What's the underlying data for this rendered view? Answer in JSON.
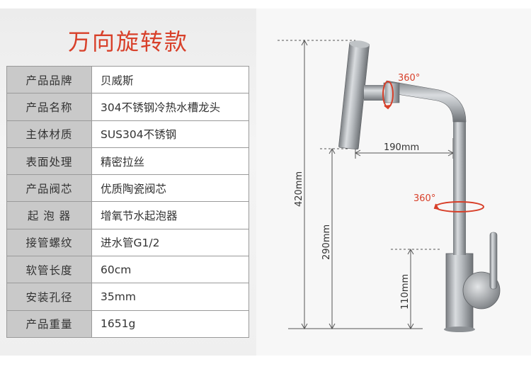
{
  "title": "万向旋转款",
  "specs": [
    {
      "key": "产品品牌",
      "value": "贝威斯"
    },
    {
      "key": "产品名称",
      "value": "304不锈钢冷热水槽龙头"
    },
    {
      "key": "主体材质",
      "value": "SUS304不锈钢"
    },
    {
      "key": "表面处理",
      "value": "精密拉丝"
    },
    {
      "key": "产品阀芯",
      "value": "优质陶瓷阀芯"
    },
    {
      "key": "起 泡 器",
      "value": "增氧节水起泡器"
    },
    {
      "key": "接管螺纹",
      "value": "进水管G1/2"
    },
    {
      "key": "软管长度",
      "value": "60cm"
    },
    {
      "key": "安装孔径",
      "value": "35mm"
    },
    {
      "key": "产品重量",
      "value": "1651g"
    }
  ],
  "dimensions": {
    "height_total": "420mm",
    "height_spout": "290mm",
    "height_body": "110mm",
    "reach": "190mm",
    "rotate_top": "360°",
    "rotate_mid": "360°"
  },
  "colors": {
    "accent": "#d8402a",
    "key_bg": "#c9c9c9",
    "border": "#9a9a9a"
  }
}
